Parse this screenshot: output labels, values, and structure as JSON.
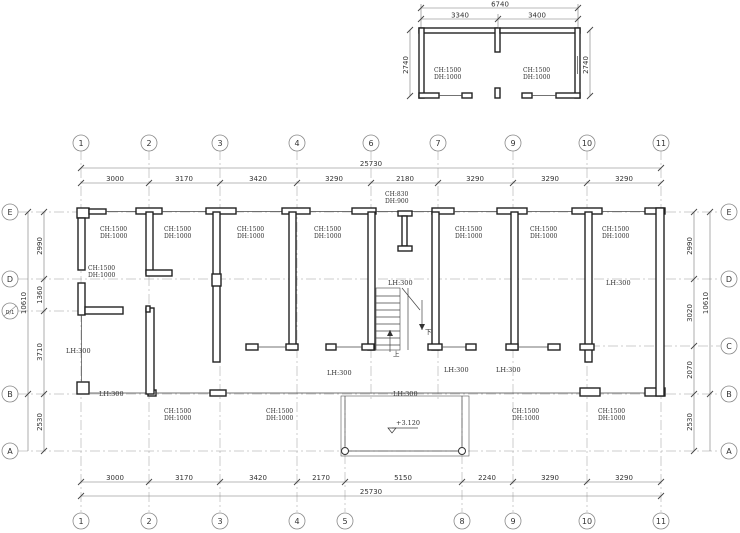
{
  "axes_horizontal": [
    "1",
    "2",
    "3",
    "4",
    "6",
    "7",
    "9",
    "10",
    "11"
  ],
  "axes_horizontal_bottom": [
    "1",
    "2",
    "3",
    "4",
    "5",
    "8",
    "9",
    "10",
    "11"
  ],
  "axes_vertical_left": [
    "E",
    "D",
    "D/1",
    "B",
    "A"
  ],
  "axes_vertical_right": [
    "E",
    "D",
    "C",
    "B",
    "A"
  ],
  "dims": {
    "top_total": "25730",
    "top_segments": [
      "3000",
      "3170",
      "3420",
      "3290",
      "2180",
      "3290",
      "3290",
      "3290"
    ],
    "bottom_total": "25730",
    "bottom_segments": [
      "3000",
      "3170",
      "3420",
      "2170",
      "5150",
      "2240",
      "3290",
      "3290"
    ],
    "left_segments": [
      "2990",
      "1360",
      "3710",
      "2530"
    ],
    "left_total": "10610",
    "right_segments": [
      "2990",
      "3020",
      "2070",
      "2530"
    ],
    "right_total": "10610",
    "inset_total": "6740",
    "inset_segments": [
      "3340",
      "3400"
    ],
    "inset_left": "2740",
    "inset_right": "2740"
  },
  "labels": {
    "window_top": [
      "CH:1500",
      "DH:1000"
    ],
    "window_stair": [
      "CH:830",
      "DH:900"
    ],
    "window_bottom": [
      "CH:1500",
      "DH:1000"
    ],
    "lh300": "LH:300",
    "up": "上",
    "down": "下",
    "elevation": "+3.120"
  }
}
